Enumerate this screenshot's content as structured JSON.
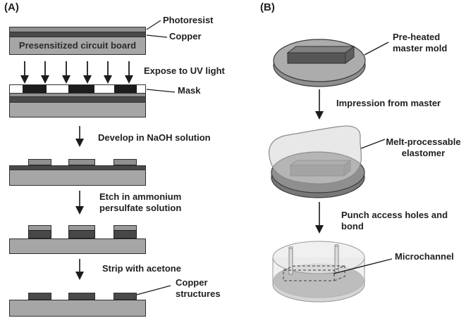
{
  "figure": {
    "type": "process-diagram",
    "colors": {
      "board_gray": "#a6a6a6",
      "photoresist_gray": "#909090",
      "copper_dark": "#4a4a4a",
      "mask_black": "#1c1c1c",
      "disc_gray": "#acacac",
      "elastomer_translucent_gray": "#d2d2d2",
      "text": "#1f1f1f",
      "background": "#ffffff"
    },
    "panel_a": {
      "label": "(A)",
      "board_caption": "Presensitized circuit board",
      "callouts": {
        "photoresist": "Photoresist",
        "copper": "Copper",
        "mask": "Mask",
        "copper_structures": "Copper structures"
      },
      "steps": {
        "expose": "Expose to UV light",
        "develop": "Develop in NaOH solution",
        "etch": "Etch in ammonium persulfate solution",
        "strip": "Strip with acetone"
      }
    },
    "panel_b": {
      "label": "(B)",
      "callouts": {
        "master_mold": "Pre-heated master mold",
        "elastomer": "Melt-processable elastomer",
        "microchannel": "Microchannel"
      },
      "steps": {
        "impression": "Impression from master",
        "punch": "Punch access holes and bond"
      }
    }
  }
}
